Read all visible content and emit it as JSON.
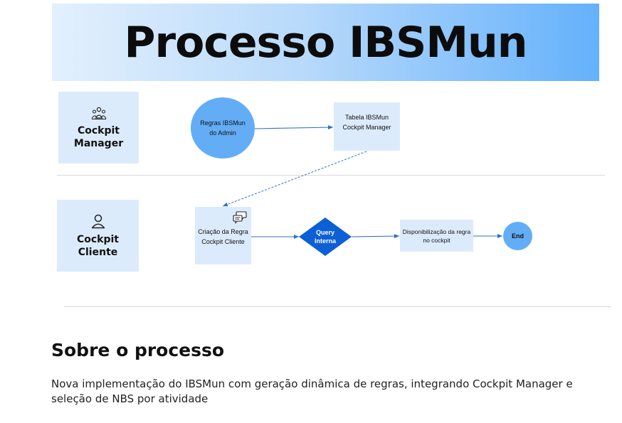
{
  "banner": {
    "title": "Processo IBSMun"
  },
  "lanes": {
    "manager": {
      "label_line1": "Cockpit",
      "label_line2": "Manager",
      "icon": "people-group-icon"
    },
    "cliente": {
      "label": "Cockpit Cliente",
      "icon": "user-icon"
    }
  },
  "nodes": {
    "regras": {
      "line1": "Regras IBSMun",
      "line2": "do Admin"
    },
    "tabela": {
      "line1": "Tabela IBSMun",
      "line2": "Cockpit Manager"
    },
    "criacao": {
      "line1": "Criação da Regra",
      "line2": "Cockpit Cliente",
      "icon": "chat-bubbles-icon"
    },
    "query": {
      "line1": "Query",
      "line2": "Interna"
    },
    "disponibilizacao": {
      "line1": "Disponibilização da regra",
      "line2": "no cockpit"
    },
    "end": {
      "label": "End"
    }
  },
  "about": {
    "title": "Sobre o processo",
    "description": "Nova implementação do IBSMun com geração dinâmica de regras, integrando Cockpit Manager e seleção de NBS por atividade"
  },
  "colors": {
    "accent": "#63adf7",
    "lane_bg": "#dcebfc",
    "diamond": "#0d5fd6",
    "arrow": "#2f6fcf"
  }
}
